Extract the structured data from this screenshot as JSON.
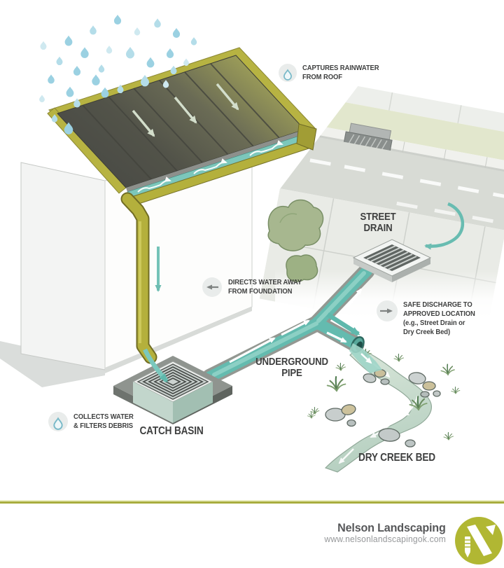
{
  "annotations": {
    "captures_rainwater": "CAPTURES RAINWATER\nFROM ROOF",
    "directs_water": "DIRECTS WATER AWAY\nFROM FOUNDATION",
    "safe_discharge": "SAFE DISCHARGE TO\nAPPROVED LOCATION\n(e.g., Street Drain or\nDry Creek Bed)",
    "collects_water": "COLLECTS WATER\n& FILTERS DEBRIS"
  },
  "labels": {
    "street_drain": "STREET\nDRAIN",
    "underground_pipe": "UNDERGROUND\nPIPE",
    "catch_basin": "CATCH BASIN",
    "dry_creek_bed": "DRY CREEK BED"
  },
  "footer": {
    "company": "Nelson Landscaping",
    "website": "www.nelsonlandscapingok.com"
  },
  "colors": {
    "accent_olive": "#b4b03c",
    "water_teal": "#6fc2b6",
    "rain_blue": "#a9d6e5",
    "roof_dark": "#4b4c46",
    "divider_olive": "#a9ad3f",
    "logo_olive": "#b1b733",
    "label_text": "#3e3f3f"
  }
}
